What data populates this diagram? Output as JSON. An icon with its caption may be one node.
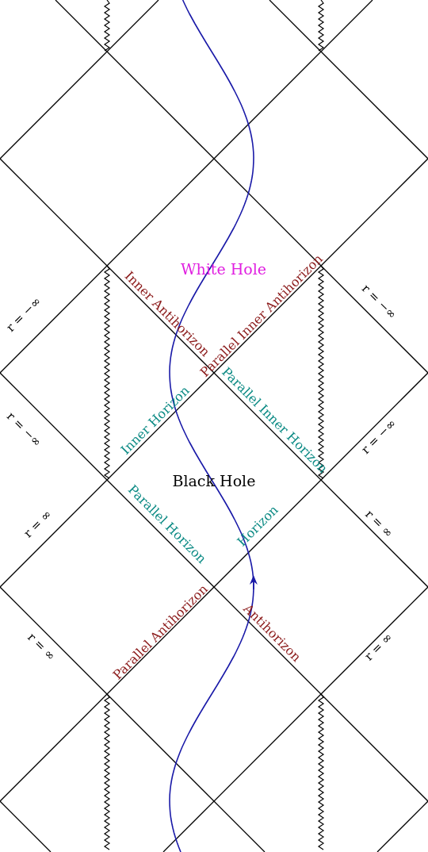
{
  "diagram": {
    "labels": [
      "White Hole",
      "Inner Antihorizon",
      "Parallel Inner Antihorizon",
      "r = −∞",
      "r = −∞",
      "Inner Horizon",
      "Parallel Inner Horizon",
      "r = −∞",
      "r = −∞",
      "Black Hole",
      "Parallel Horizon",
      "Horizon",
      "r = ∞",
      "r = ∞",
      "Antihorizon",
      "Parallel Antihorizon",
      "r = ∞",
      "r = ∞"
    ]
  }
}
